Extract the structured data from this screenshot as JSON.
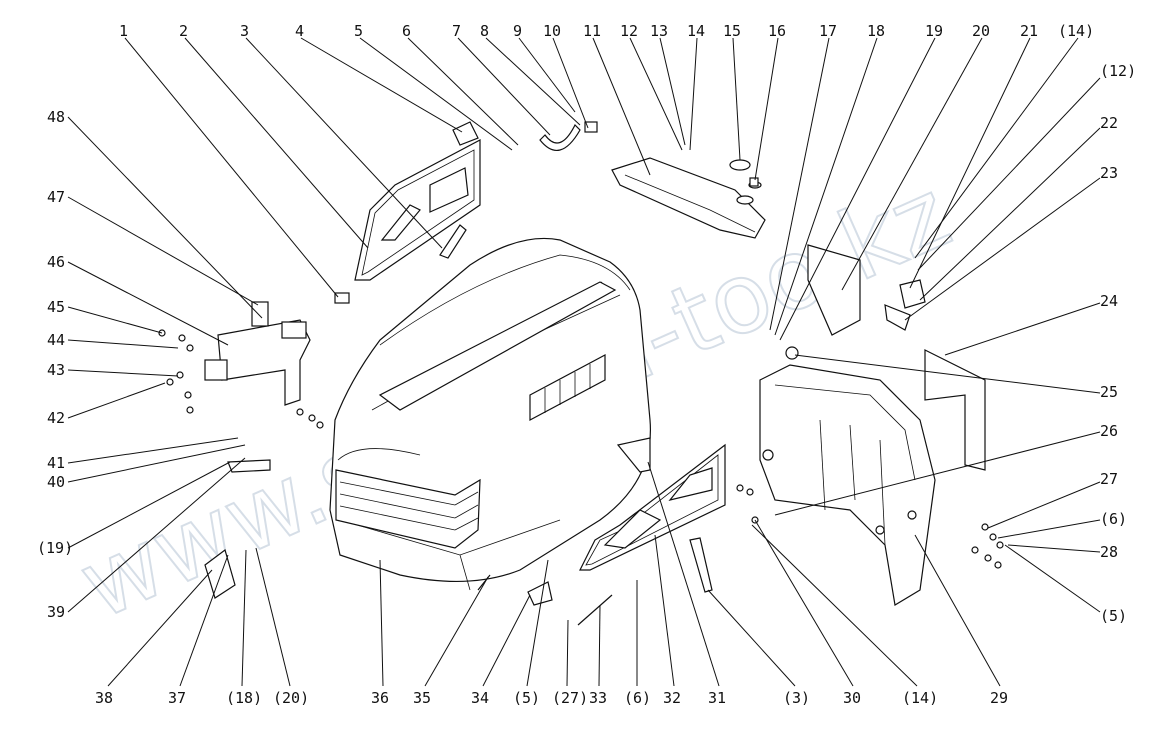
{
  "watermark": "www.sinbron-too.kz",
  "labels": {
    "t1": "1",
    "t2": "2",
    "t3": "3",
    "t4": "4",
    "t5": "5",
    "t6": "6",
    "t7": "7",
    "t8": "8",
    "t9": "9",
    "t10": "10",
    "t11": "11",
    "t12": "12",
    "t13": "13",
    "t14": "14",
    "t15": "15",
    "t16": "16",
    "t17": "17",
    "t18": "18",
    "t19": "19",
    "t20": "20",
    "t21": "21",
    "t14b": "(14)",
    "t12b": "(12)",
    "t22": "22",
    "t23": "23",
    "t24": "24",
    "t25": "25",
    "t26": "26",
    "t27": "27",
    "t6b": "(6)",
    "t28": "28",
    "t5b": "(5)",
    "t48": "48",
    "t47": "47",
    "t46": "46",
    "t45": "45",
    "t44": "44",
    "t43": "43",
    "t42": "42",
    "t41": "41",
    "t40": "40",
    "t19b": "(19)",
    "t39": "39",
    "b38": "38",
    "b37": "37",
    "b18": "(18)",
    "b20": "(20)",
    "b36": "36",
    "b35": "35",
    "b34": "34",
    "b5": "(5)",
    "b27": "(27)",
    "b33": "33",
    "b6": "(6)",
    "b32": "32",
    "b31": "31",
    "b3": "(3)",
    "b30": "30",
    "b14": "(14)",
    "b29": "29"
  }
}
